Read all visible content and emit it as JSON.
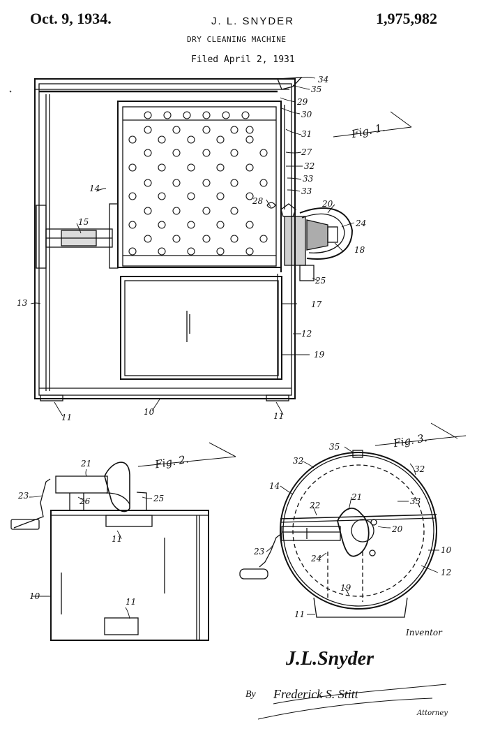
{
  "header": {
    "date": "Oct. 9, 1934.",
    "inventor": "J. L. SNYDER",
    "patent_number": "1,975,982",
    "title": "DRY CLEANING MACHINE",
    "filed": "Filed April 2, 1931"
  },
  "figures": {
    "fig1": {
      "label": "Fig. 1.",
      "refs": [
        "34",
        "35",
        "29",
        "30",
        "31",
        "27",
        "32",
        "33",
        "33",
        "28",
        "20",
        "24",
        "14",
        "15",
        "18",
        "25",
        "13",
        "17",
        "12",
        "19",
        "11",
        "10",
        "11"
      ]
    },
    "fig2": {
      "label": "Fig. 2.",
      "refs": [
        "21",
        "23",
        "26",
        "25",
        "11",
        "10",
        "11"
      ]
    },
    "fig3": {
      "label": "Fig. 3.",
      "refs": [
        "35",
        "32",
        "32",
        "14",
        "21",
        "22",
        "33",
        "20",
        "23",
        "24",
        "10",
        "12",
        "19",
        "11"
      ]
    }
  },
  "signature": {
    "inventor_caption": "Inventor",
    "inventor_signature": "J.L.Snyder",
    "by": "By",
    "attorney_signature": "Frederick S. Stitt",
    "attorney_caption": "Attorney"
  }
}
